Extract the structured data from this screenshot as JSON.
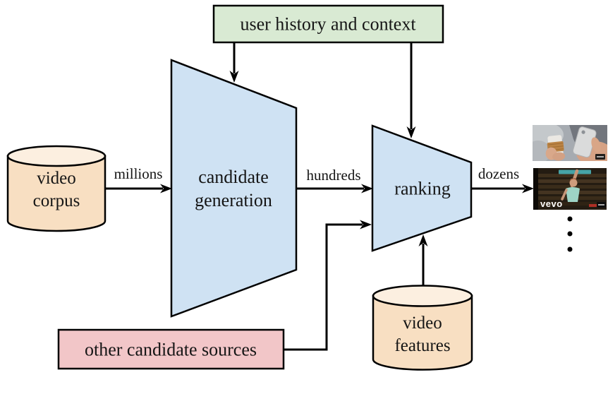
{
  "colors": {
    "canvas_bg": "#ffffff",
    "outline": "#000000",
    "funnel_fill": "#cfe2f3",
    "user_history_fill": "#d9ead3",
    "database_fill": "#f8dfc2",
    "database_top_fill": "#fcefe0",
    "other_sources_fill": "#f2c6c8"
  },
  "nodes": {
    "user_history": {
      "label": "user history and context"
    },
    "candidate_generation": {
      "label": "candidate generation"
    },
    "ranking": {
      "label": "ranking"
    },
    "video_corpus": {
      "label": "video corpus"
    },
    "video_features": {
      "label": "video features"
    },
    "other_candidate_sources": {
      "label": "other candidate sources"
    }
  },
  "edge_labels": {
    "millions": "millions",
    "hundreds": "hundreds",
    "dozens": "dozens"
  },
  "results_column": {
    "thumbnail_1": "hands-holding-phone-and-coffee-video-thumbnail",
    "thumbnail_2": "vevo-music-video-thumbnail",
    "vevo_logo": "vevo",
    "ellipsis_dots": 3
  }
}
